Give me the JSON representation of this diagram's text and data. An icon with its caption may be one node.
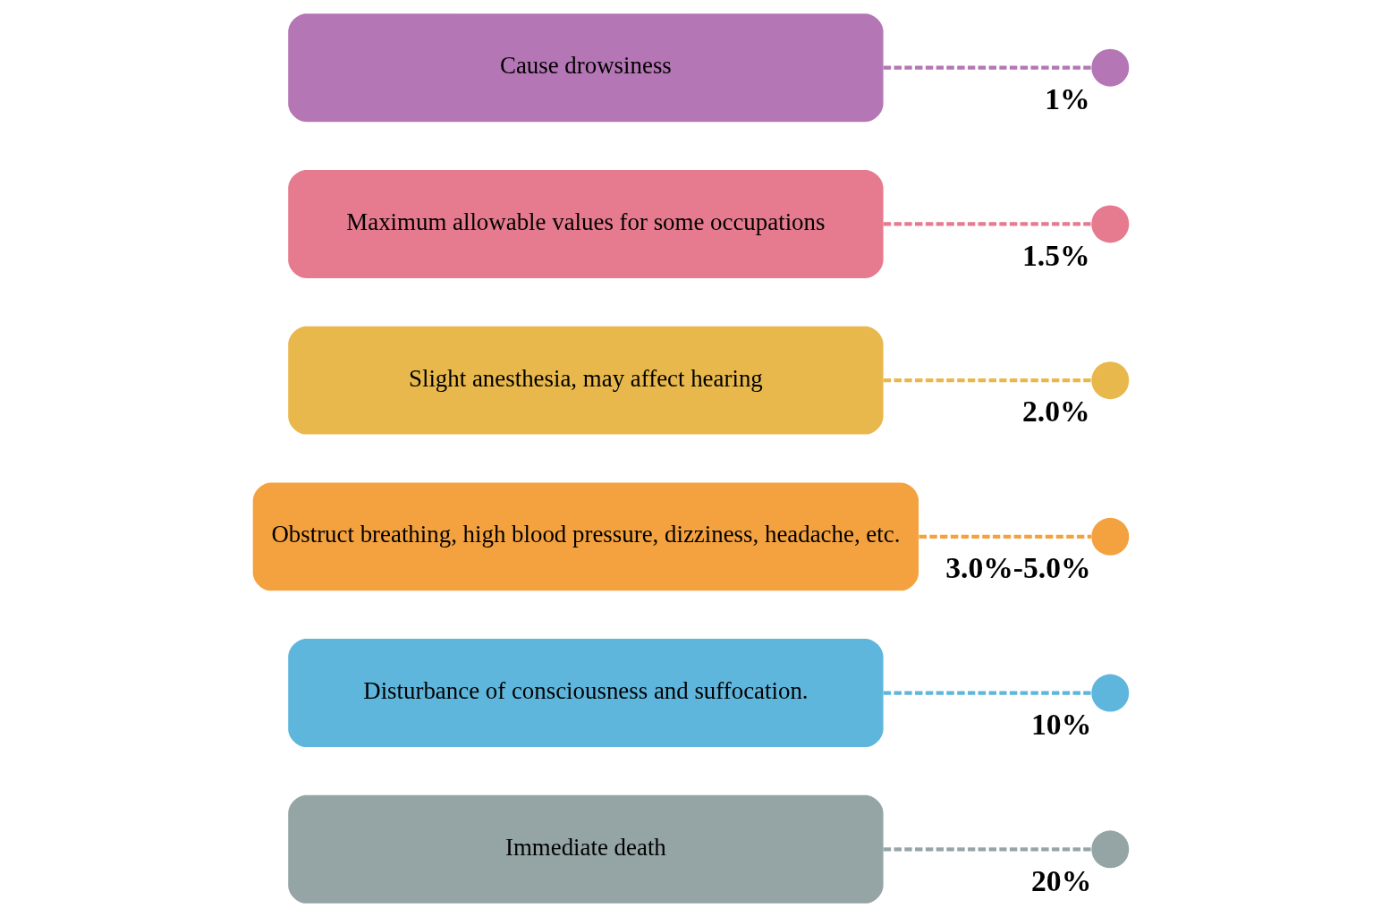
{
  "diagram": {
    "nodes": [
      {
        "text": [
          "Immediate death"
        ]
      },
      {
        "text": [
          "Disturbance of consciousness and suffocation."
        ]
      },
      {
        "text": [
          "Obstruct breathing, high blood pressure, dizziness, headache, etc."
        ]
      },
      {
        "text": [
          "Slight anesthesia, may affect hearing"
        ]
      },
      {
        "text": [
          "Maximum allowable values for some occupations"
        ]
      },
      {
        "text": [
          "Cause drowsiness"
        ]
      },
      {
        "text": [],
        "shape": "circle",
        "beside": [
          "20%"
        ]
      },
      {
        "text": [],
        "shape": "circle",
        "beside": [
          "10%"
        ]
      },
      {
        "text": [],
        "shape": "circle",
        "beside": [
          "3.0%-5.0%"
        ]
      },
      {
        "text": [],
        "shape": "circle",
        "beside": [
          "2.0%"
        ]
      },
      {
        "text": [],
        "shape": "circle",
        "beside": [
          "1.5%"
        ]
      },
      {
        "text": [],
        "shape": "circle",
        "beside": [
          "1%"
        ]
      }
    ],
    "edges": [
      {
        "from": 0,
        "to": 6,
        "arrow": "none",
        "style": "dashed",
        "color": "#95a5a6"
      },
      {
        "from": 1,
        "to": 7,
        "arrow": "none",
        "style": "dashed",
        "color": "#5fb6dc"
      },
      {
        "from": 2,
        "to": 8,
        "arrow": "none",
        "style": "dashed",
        "color": "#f4a23f"
      },
      {
        "from": 3,
        "to": 9,
        "arrow": "none",
        "style": "dashed",
        "color": "#e8b84c"
      },
      {
        "from": 4,
        "to": 10,
        "arrow": "none",
        "style": "dashed",
        "color": "#e67a8e"
      },
      {
        "from": 5,
        "to": 11,
        "arrow": "none",
        "style": "dashed",
        "color": "#b476b4"
      }
    ]
  }
}
